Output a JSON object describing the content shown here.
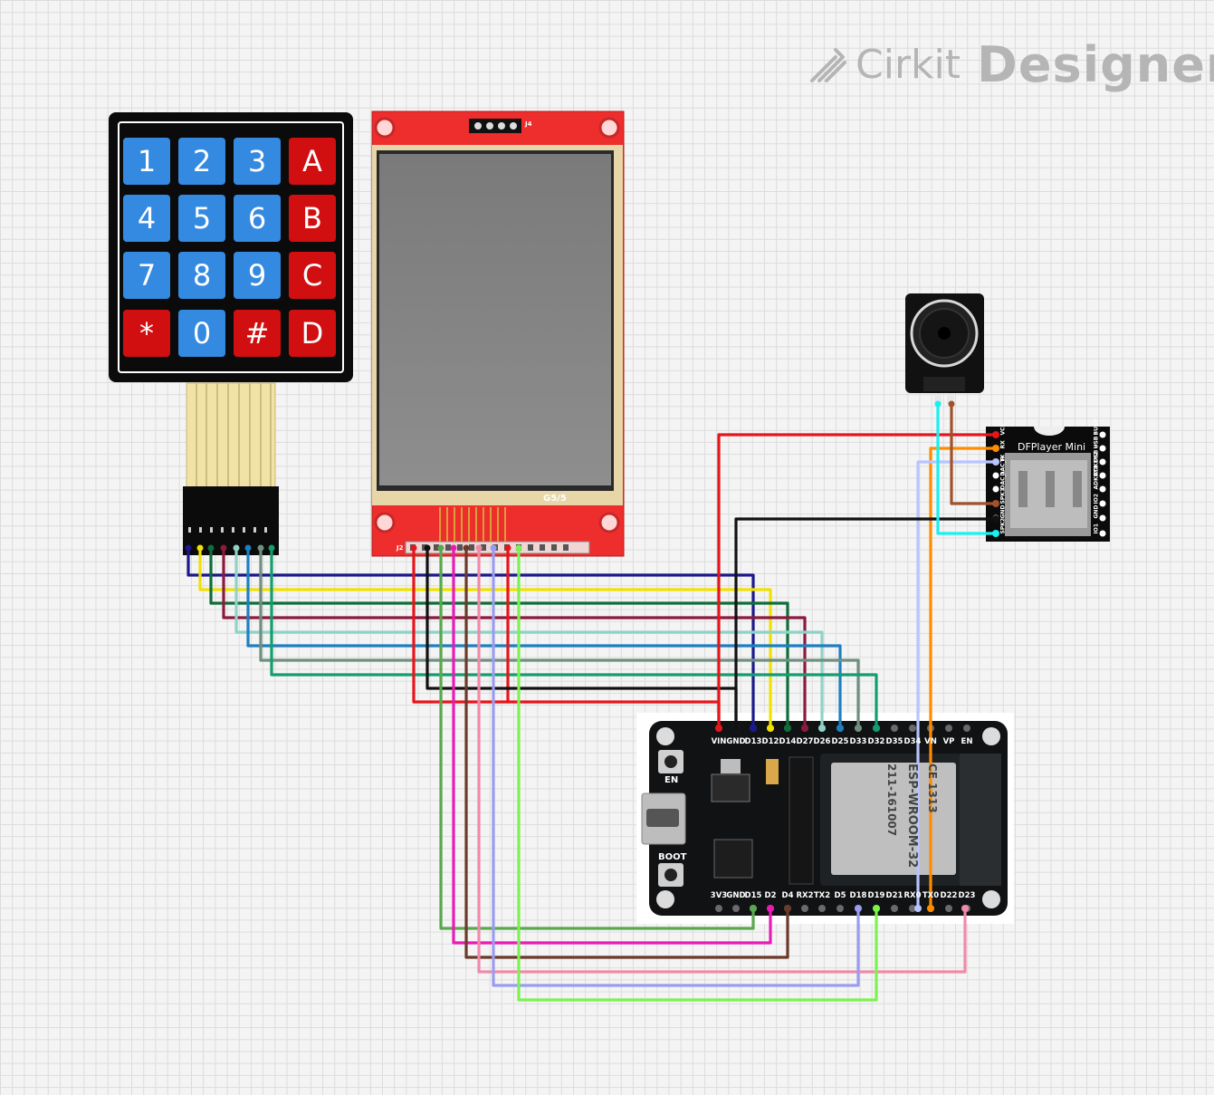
{
  "brand": {
    "name_light": "Cirkit",
    "name_bold": "Designer"
  },
  "keypad": {
    "keys": [
      {
        "label": "1",
        "color": "blue"
      },
      {
        "label": "2",
        "color": "blue"
      },
      {
        "label": "3",
        "color": "blue"
      },
      {
        "label": "A",
        "color": "red"
      },
      {
        "label": "4",
        "color": "blue"
      },
      {
        "label": "5",
        "color": "blue"
      },
      {
        "label": "6",
        "color": "blue"
      },
      {
        "label": "B",
        "color": "red"
      },
      {
        "label": "7",
        "color": "blue"
      },
      {
        "label": "8",
        "color": "blue"
      },
      {
        "label": "9",
        "color": "blue"
      },
      {
        "label": "C",
        "color": "red"
      },
      {
        "label": "*",
        "color": "red"
      },
      {
        "label": "0",
        "color": "blue"
      },
      {
        "label": "#",
        "color": "red"
      },
      {
        "label": "D",
        "color": "red"
      }
    ]
  },
  "tft": {
    "top_label": "J4",
    "model_label": "G5/5",
    "bottom_label": "J2"
  },
  "dfplayer": {
    "title": "DFPlayer Mini",
    "left_pins": [
      "VCC",
      "RX",
      "TX",
      "DAC_R",
      "DAC_L",
      "SPK1",
      "GND",
      "SPK2"
    ],
    "right_pins": [
      "BUSY",
      "USB -",
      "USB +",
      "ADKEY2",
      "ADKEY1",
      "IO2",
      "GND",
      "IO1"
    ]
  },
  "esp32": {
    "top_pins": [
      "VIN",
      "GND",
      "D13",
      "D12",
      "D14",
      "D27",
      "D26",
      "D25",
      "D33",
      "D32",
      "D35",
      "D34",
      "VN",
      "VP",
      "EN"
    ],
    "bottom_pins": [
      "3V3",
      "GND",
      "D15",
      "D2",
      "D4",
      "RX2",
      "TX2",
      "D5",
      "D18",
      "D19",
      "D21",
      "RX0",
      "TX0",
      "D22",
      "D23"
    ],
    "en_button": "EN",
    "boot_button": "BOOT",
    "module_text": [
      "CE 1313",
      "ESP-WROOM-32",
      "211-161007"
    ]
  },
  "wire_colors": {
    "red": "#e8141b",
    "black": "#111111",
    "navy": "#1a1a8c",
    "yellow": "#f2e100",
    "darkgreen": "#0e6e3a",
    "maroon": "#8b1a3c",
    "teal": "#8fd3c8",
    "blue": "#1e7fc0",
    "gray": "#6f8f7f",
    "green": "#129e6e",
    "olive": "#5aa84e",
    "pink": "#e81bb5",
    "brown": "#6b3a2a",
    "rose": "#f08aa8",
    "lavender": "#9b9cf0",
    "lime": "#7cf250",
    "orange": "#ff8c00",
    "cyan": "#19f0f0",
    "brownspk": "#a0522d",
    "lightblue": "#b8c4ff"
  }
}
